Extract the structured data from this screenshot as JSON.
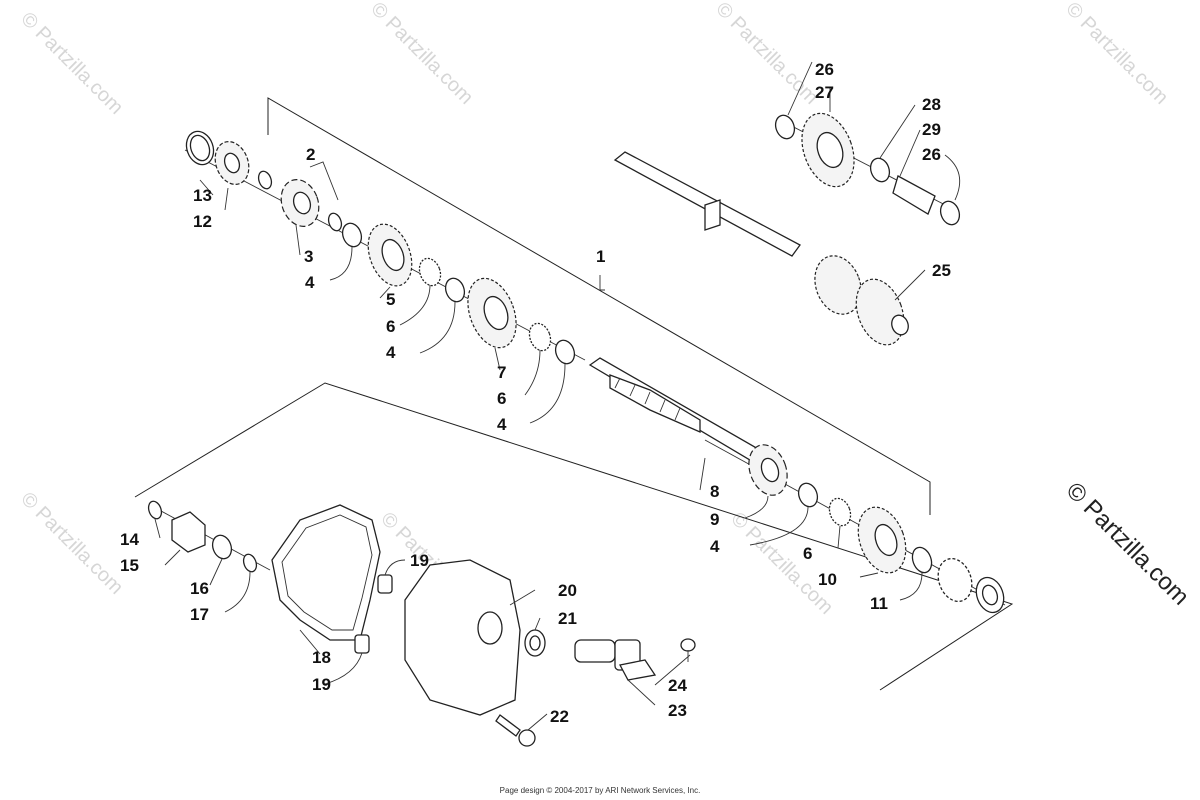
{
  "watermark": "© Partzilla.com",
  "side_watermark": "© Partzilla.com",
  "footer": "Page design © 2004-2017 by ARI Network Services, Inc.",
  "callouts": {
    "c1": "1",
    "c2": "2",
    "c3": "3",
    "c4a": "4",
    "c4b": "4",
    "c4c": "4",
    "c4d": "4",
    "c5": "5",
    "c6a": "6",
    "c6b": "6",
    "c6c": "6",
    "c7": "7",
    "c8": "8",
    "c9": "9",
    "c10": "10",
    "c11": "11",
    "c12": "12",
    "c13": "13",
    "c14": "14",
    "c15": "15",
    "c16": "16",
    "c17": "17",
    "c18": "18",
    "c19a": "19",
    "c19b": "19",
    "c20": "20",
    "c21": "21",
    "c22": "22",
    "c23": "23",
    "c24": "24",
    "c25": "25",
    "c26a": "26",
    "c26b": "26",
    "c27": "27",
    "c28": "28",
    "c29": "29"
  }
}
